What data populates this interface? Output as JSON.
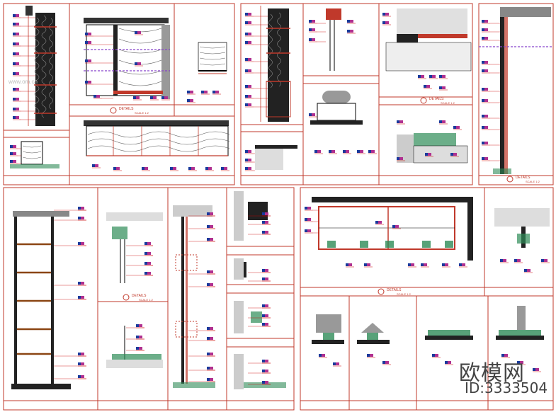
{
  "sheets": [
    {
      "title": "DETAILS",
      "scale": "SCALE 1:2"
    },
    {
      "title": "DETAILS",
      "scale": "SCALE 1:2"
    },
    {
      "title": "DETAILS",
      "scale": "SCALE 1:2"
    },
    {
      "title": "DETAILS",
      "scale": "SCALE 1:2"
    },
    {
      "title": "DETAILS",
      "scale": "SCALE 1:2"
    }
  ],
  "watermark": {
    "logo_text": "欧模网",
    "id_text": "ID:3333504",
    "site_text": "www.om.cn"
  },
  "colors": {
    "frame": "#c0392b",
    "line": "#000000",
    "annotation": "#cc0000",
    "tag_blue": "#1a3a9c",
    "tag_magenta": "#b03090",
    "hatch_green": "#2e8b57",
    "purple": "#8844cc"
  }
}
